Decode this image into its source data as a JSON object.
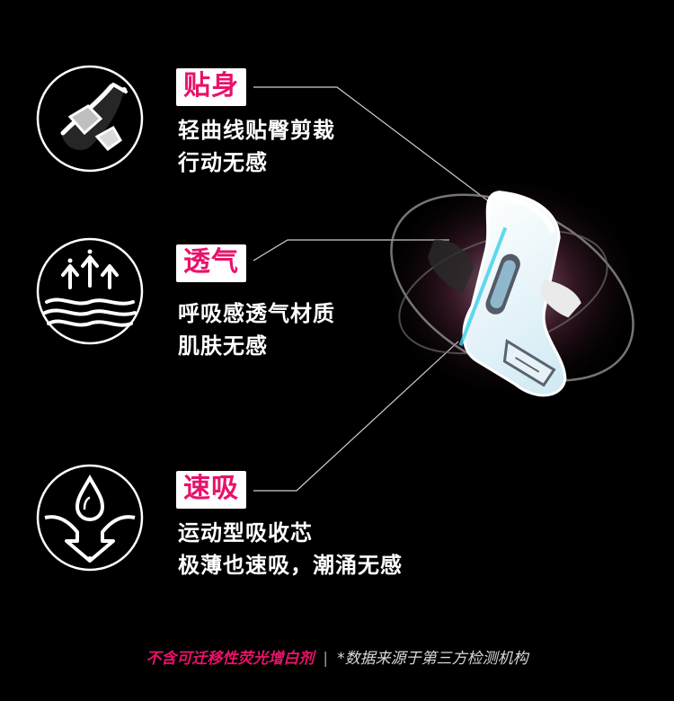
{
  "features": [
    {
      "title": "贴身",
      "lines": [
        "轻曲线贴臀剪裁",
        "行动无感"
      ],
      "icon": "curved-pad-icon"
    },
    {
      "title": "透气",
      "lines": [
        "呼吸感透气材质",
        "肌肤无感"
      ],
      "icon": "airflow-arrows-icon"
    },
    {
      "title": "速吸",
      "lines": [
        "运动型吸收芯",
        "极薄也速吸，潮涌无感"
      ],
      "icon": "water-drop-absorb-icon"
    }
  ],
  "footer": {
    "warning": "不含可迁移性荧光增白剂",
    "separator": "|",
    "note": "*数据来源于第三方检测机构"
  },
  "colors": {
    "accent": "#e8126a",
    "background": "#000000",
    "text": "#ffffff"
  }
}
